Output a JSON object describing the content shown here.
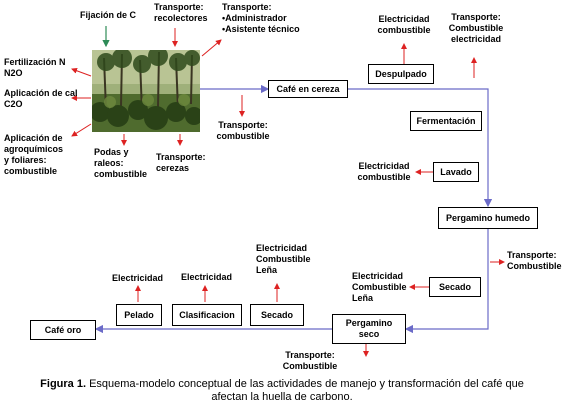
{
  "nodes": {
    "fijacion": "Fijación de C",
    "transporte_recolectores": "Transporte:\nrecolectores",
    "transporte_admin": "Transporte:\n•Administrador\n•Asistente técnico",
    "fertilizacion": "Fertilización N\nN2O",
    "aplicacion_cal": "Aplicación de cal\nC2O",
    "agroquimicos": "Aplicación de\nagroquímicos\ny foliares:\ncombustible",
    "podas": "Podas y\nraleos:\ncombustible",
    "transporte_cerezas": "Transporte:\ncerezas",
    "transporte_combustible_1": "Transporte:\ncombustible",
    "cafe_cereza": "Café en cereza",
    "elec_comb_1": "Electricidad\ncombustible",
    "despulpado": "Despulpado",
    "transporte_top_right": "Transporte:\nCombustible\nelectricidad",
    "fermentacion": "Fermentación",
    "elec_comb_2": "Electricidad\ncombustible",
    "lavado": "Lavado",
    "pergamino_humedo": "Pergamino humedo",
    "transporte_combustible_2": "Transporte:\nCombustible",
    "elec_comb_lena_1": "Electricidad\nCombustible\nLeña",
    "secado_right": "Secado",
    "pergamino_seco": "Pergamino\nseco",
    "transporte_combustible_3": "Transporte:\nCombustible",
    "elec_comb_lena_2": "Electricidad\nCombustible\nLeña",
    "secado_left": "Secado",
    "electricidad_1": "Electricidad",
    "pelado": "Pelado",
    "electricidad_2": "Electricidad",
    "clasificacion": "Clasificacion",
    "cafe_oro": "Café oro"
  },
  "caption": {
    "prefix": "Figura 1.",
    "text": " Esquema-modelo conceptual de las actividades de manejo y transformación del café que\nafectan la huella de carbono."
  },
  "colors": {
    "flow": "#6b6bc8",
    "emission": "#dd2222",
    "fixation": "#2e8b57"
  }
}
